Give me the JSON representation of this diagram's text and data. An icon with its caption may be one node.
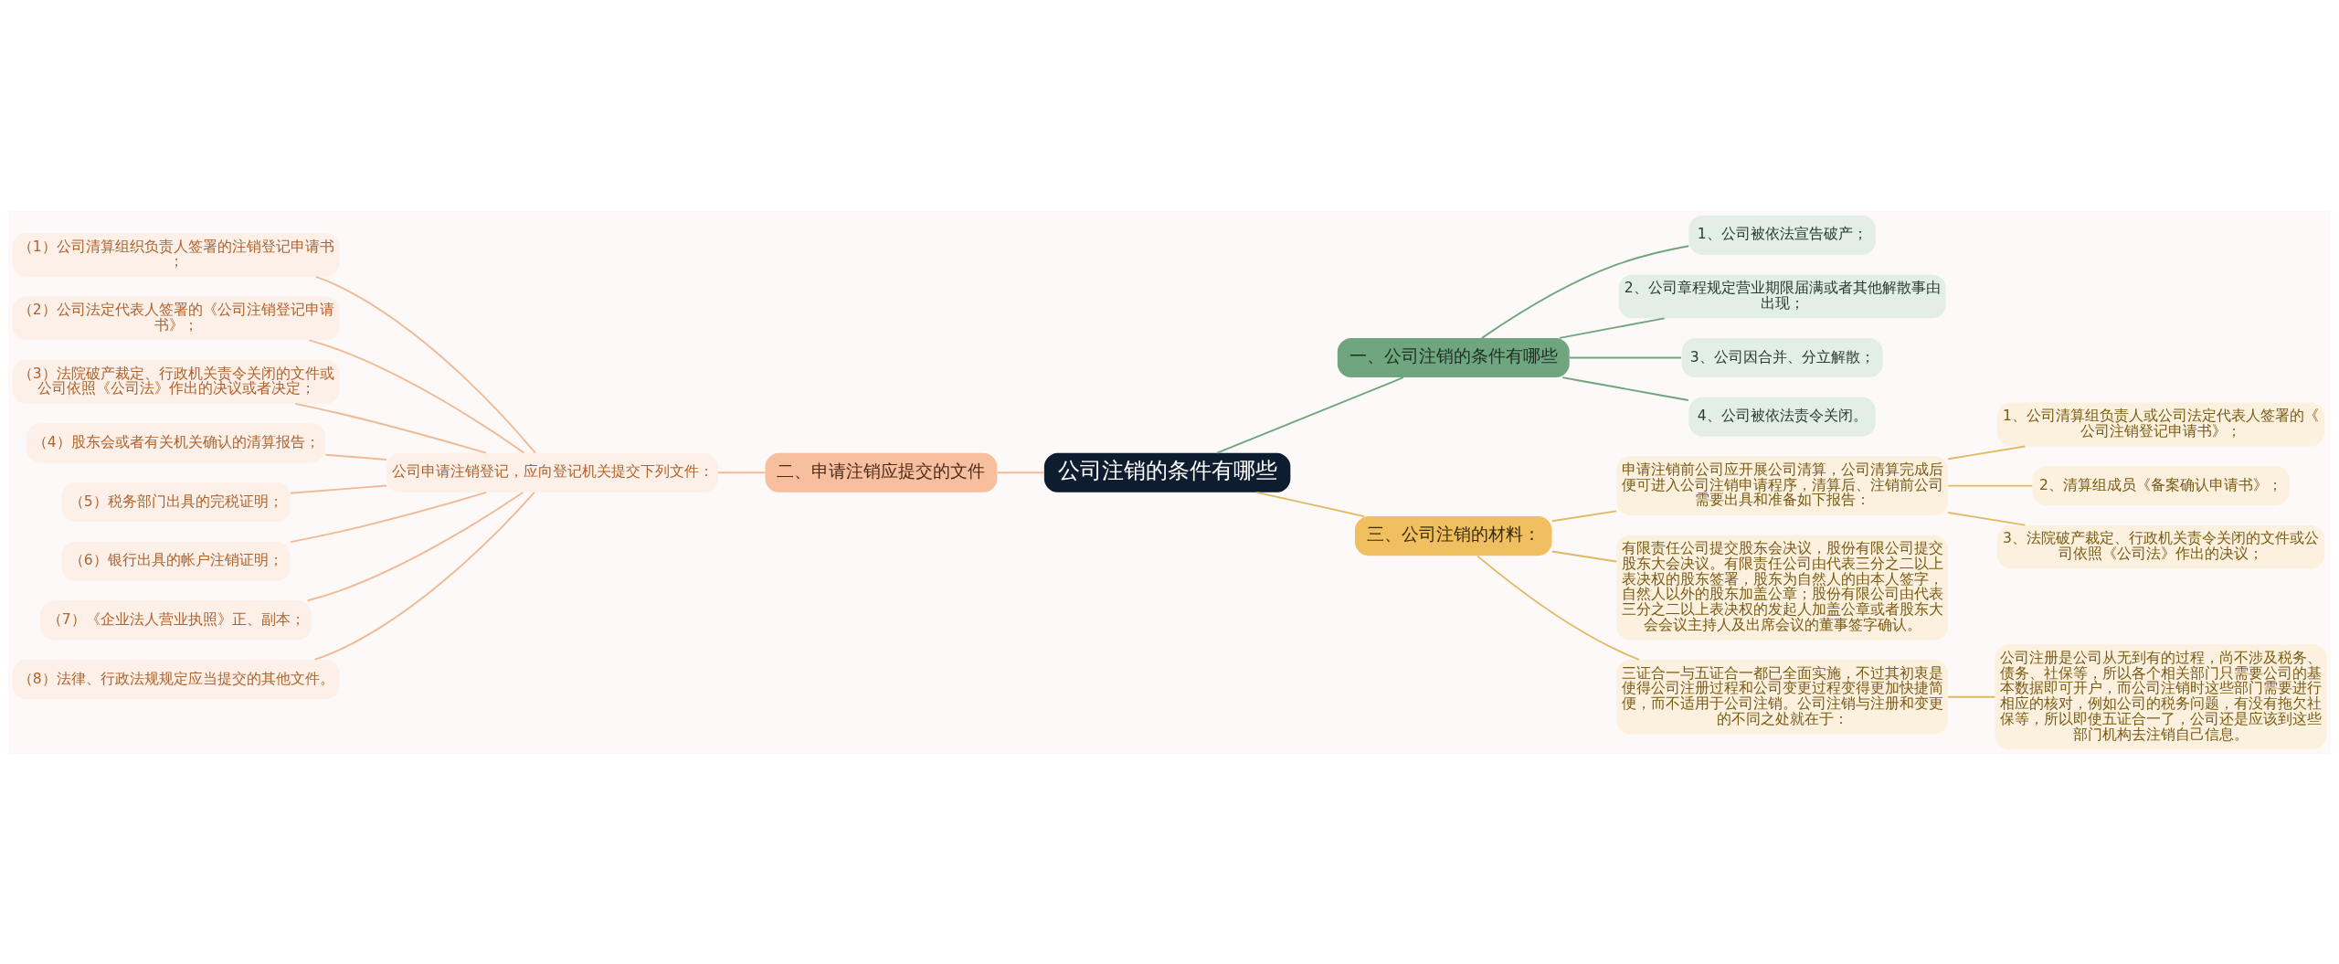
{
  "diagram": {
    "nodes": [
      {
        "text": [
          "公司注销的条件有哪些"
        ]
      },
      {
        "text": [
          "一、公司注销的条件有哪些"
        ]
      },
      {
        "text": [
          "1、公司被依法宣告破产；"
        ]
      },
      {
        "text": [
          "2、公司章程规定营业期限届满或者其他解散事由出现；"
        ]
      },
      {
        "text": [
          "3、公司因合并、分立解散；"
        ]
      },
      {
        "text": [
          "4、公司被依法责令关闭。"
        ]
      },
      {
        "text": [
          "二、申请注销应提交的文件"
        ]
      },
      {
        "text": [
          "公司申请注销登记，应向登记机关提交下列文件："
        ]
      },
      {
        "text": [
          "（1）公司清算组织负责人签署的注销登记申请书；"
        ]
      },
      {
        "text": [
          "（2）公司法定代表人签署的《公司注销登记申请书》；"
        ]
      },
      {
        "text": [
          "（3）法院破产裁定、行政机关责令关闭的文件或公司依照《公司法》作出的决议或者决定；"
        ]
      },
      {
        "text": [
          "（4）股东会或者有关机关确认的清算报告；"
        ]
      },
      {
        "text": [
          "（5）税务部门出具的完税证明；"
        ]
      },
      {
        "text": [
          "（6）银行出具的帐户注销证明；"
        ]
      },
      {
        "text": [
          "（7）《企业法人营业执照》正、副本；"
        ]
      },
      {
        "text": [
          "（8）法律、行政法规规定应当提交的其他文件。"
        ]
      },
      {
        "text": [
          "三、公司注销的材料："
        ]
      },
      {
        "text": [
          "申请注销前公司应开展公司清算，公司清算完成后便可进入公司注销申请程序，清算后、注销前公司需要出具和准备如下报告："
        ]
      },
      {
        "text": [
          "1、公司清算组负责人或公司法定代表人签署的《公司注销登记申请书》；"
        ]
      },
      {
        "text": [
          "2、清算组成员《备案确认申请书》；"
        ]
      },
      {
        "text": [
          "3、法院破产裁定、行政机关责令关闭的文件或公司依照《公司法》作出的决议；"
        ]
      },
      {
        "text": [
          "有限责任公司提交股东会决议，股份有限公司提交股东大会决议。有限责任公司由代表三分之二以上表决权的股东签署，股东为自然人的由本人签字，自然人以外的股东加盖公章；股份有限公司由代表三分之二以上表决权的发起人加盖公章或者股东大会会议主持人及出席会议的董事签字确认。"
        ]
      },
      {
        "text": [
          "三证合一与五证合一都已全面实施，不过其初衷是使得公司注册过程和公司变更过程变得更加快捷简便，而不适用于公司注销。公司注销与注册和变更的不同之处就在于："
        ]
      },
      {
        "text": [
          "公司注册是公司从无到有的过程，尚不涉及税务、债务、社保等，所以各个相关部门只需要公司的基本数据即可开户，而公司注销时这些部门需要进行相应的核对，例如公司的税务问题，有没有拖欠社保等，所以即使五证合一了，公司还是应该到这些部门机构去注销自己信息。"
        ]
      }
    ],
    "edges": [
      {
        "from": 0,
        "to": 1,
        "arrow": "none",
        "color": "#6fa57f"
      },
      {
        "from": 1,
        "to": 2,
        "arrow": "none",
        "color": "#6fa57f"
      },
      {
        "from": 1,
        "to": 3,
        "arrow": "none",
        "color": "#6fa57f"
      },
      {
        "from": 1,
        "to": 4,
        "arrow": "none",
        "color": "#6fa57f"
      },
      {
        "from": 1,
        "to": 5,
        "arrow": "none",
        "color": "#6fa57f"
      },
      {
        "from": 0,
        "to": 6,
        "arrow": "none"
      },
      {
        "from": 6,
        "to": 7,
        "arrow": "none"
      },
      {
        "from": 7,
        "to": 8,
        "arrow": "none"
      },
      {
        "from": 7,
        "to": 9,
        "arrow": "none"
      },
      {
        "from": 7,
        "to": 10,
        "arrow": "none"
      },
      {
        "from": 7,
        "to": 11,
        "arrow": "none"
      },
      {
        "from": 7,
        "to": 12,
        "arrow": "none"
      },
      {
        "from": 7,
        "to": 13,
        "arrow": "none"
      },
      {
        "from": 7,
        "to": 14,
        "arrow": "none"
      },
      {
        "from": 7,
        "to": 15,
        "arrow": "none"
      },
      {
        "from": 0,
        "to": 16,
        "arrow": "none",
        "color": "#e2b960"
      },
      {
        "from": 16,
        "to": 17,
        "arrow": "none",
        "color": "#e2b960"
      },
      {
        "from": 17,
        "to": 18,
        "arrow": "none",
        "color": "#e2b960"
      },
      {
        "from": 17,
        "to": 19,
        "arrow": "none",
        "color": "#e2b960"
      },
      {
        "from": 17,
        "to": 20,
        "arrow": "none",
        "color": "#e2b960"
      },
      {
        "from": 16,
        "to": 21,
        "arrow": "none",
        "color": "#e2b960"
      },
      {
        "from": 16,
        "to": 22,
        "arrow": "none",
        "color": "#e2b960"
      },
      {
        "from": 22,
        "to": 23,
        "arrow": "none",
        "color": "#e2b960"
      }
    ]
  }
}
